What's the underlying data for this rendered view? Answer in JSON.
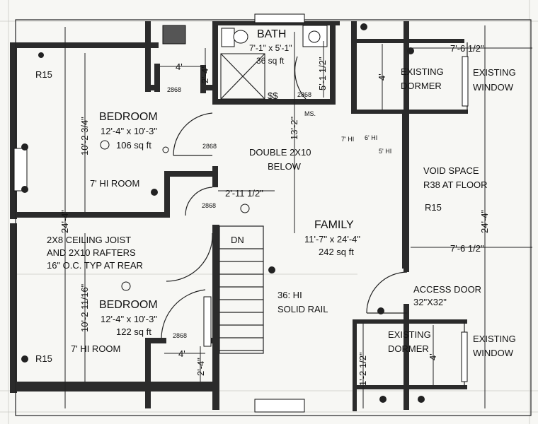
{
  "rooms": {
    "bath": {
      "name": "BATH",
      "dims": "7'-1\" x 5'-1\"",
      "area": "36 sq ft"
    },
    "bedroom_top": {
      "name": "BEDROOM",
      "dims": "12'-4\" x 10'-3\"",
      "area": "106 sq ft",
      "room_height": "7' HI ROOM"
    },
    "bedroom_bottom": {
      "name": "BEDROOM",
      "dims": "12'-4\" x 10'-3\"",
      "area": "122 sq ft",
      "room_height": "7' HI ROOM"
    },
    "family": {
      "name": "FAMILY",
      "dims": "11'-7\" x 24'-4\"",
      "area": "242 sq ft"
    }
  },
  "notes": {
    "r15_top": "R15",
    "r15_bottom": "R15",
    "r15_right": "R15",
    "double_joist_1": "DOUBLE 2X10",
    "double_joist_2": "BELOW",
    "ceiling_1": "2X8 CEILING JOIST",
    "ceiling_2": "AND 2X10 RAFTERS",
    "ceiling_3": "16\" O.C. TYP AT REAR",
    "void_1": "VOID SPACE",
    "void_2": "R38 AT FLOOR",
    "access_1": "ACCESS DOOR",
    "access_2": "32\"X32\"",
    "rail_1": "36: HI",
    "rail_2": "SOLID RAIL",
    "stair_dn": "DN",
    "ms": "MS.",
    "ss": "$$",
    "hi7": "7' HI",
    "hi6": "6' HI",
    "hi5": "5' HI",
    "dormer_top_1": "EXISTING",
    "dormer_top_2": "DORMER",
    "window_top_1": "EXISTING",
    "window_top_2": "WINDOW",
    "dormer_bottom_1": "EXISTING",
    "dormer_bottom_2": "DORMER",
    "window_bottom_1": "EXISTING",
    "window_bottom_2": "WINDOW"
  },
  "doors": {
    "d1": "2868",
    "d2": "2868",
    "d3": "2868",
    "d4": "2868",
    "d5": "2868"
  },
  "dimensions": {
    "closet_top_w": "4'",
    "closet_top_d": "2'-4\"",
    "bath_h": "5'-1 1/2\"",
    "bedroom_top_h": "10'-2 3/4\"",
    "overall_left": "24'-4\"",
    "hall_w": "2'-11 1/2\"",
    "family_len": "13'-2\"",
    "dormer_top_d": "4'",
    "right_top_w": "7'-6 1/2\"",
    "right_mid_w": "7'-6 1/2\"",
    "overall_right": "24'-4\"",
    "bedroom_bottom_h": "10'-2 11/16\"",
    "closet_bot_w": "4'",
    "closet_bot_d": "2'-4\"",
    "dormer_bottom_w": "1'-2 1/2\"",
    "dormer_bottom_d": "4'"
  }
}
